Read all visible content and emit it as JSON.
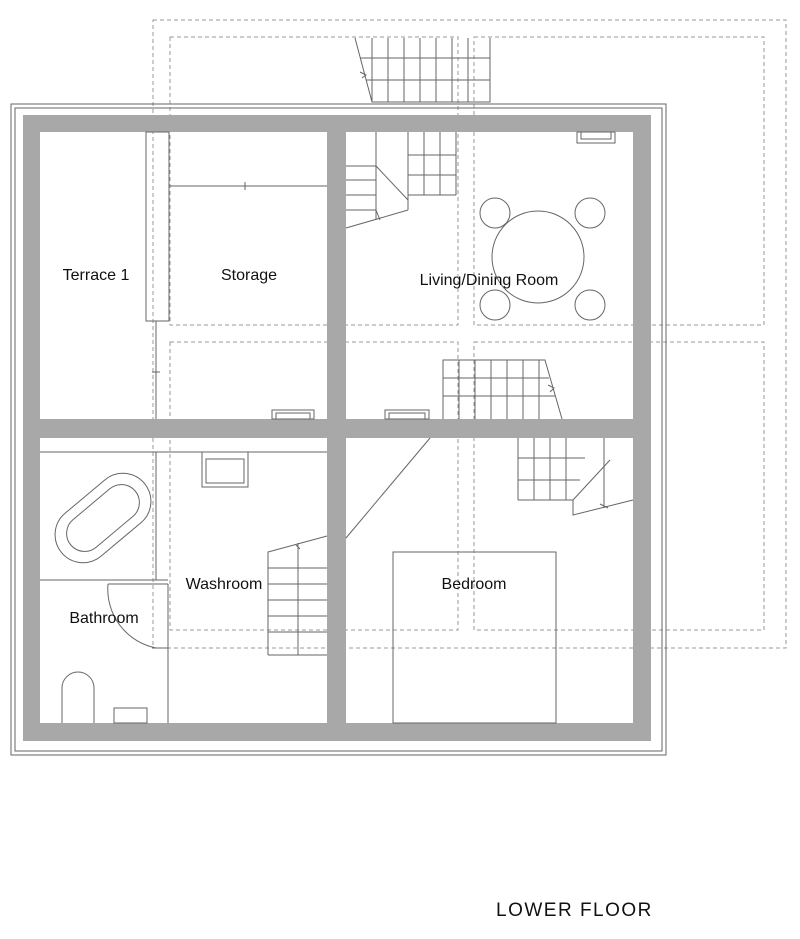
{
  "plan": {
    "floor_title": "LOWER FLOOR",
    "rooms": {
      "terrace": "Terrace 1",
      "storage": "Storage",
      "living_dining": "Living/Dining Room",
      "bathroom": "Bathroom",
      "washroom": "Washroom",
      "bedroom": "Bedroom"
    },
    "colors": {
      "wall": "#a8a8a8",
      "line": "#666666",
      "dashed": "#9a9a9a",
      "text": "#111111"
    }
  }
}
